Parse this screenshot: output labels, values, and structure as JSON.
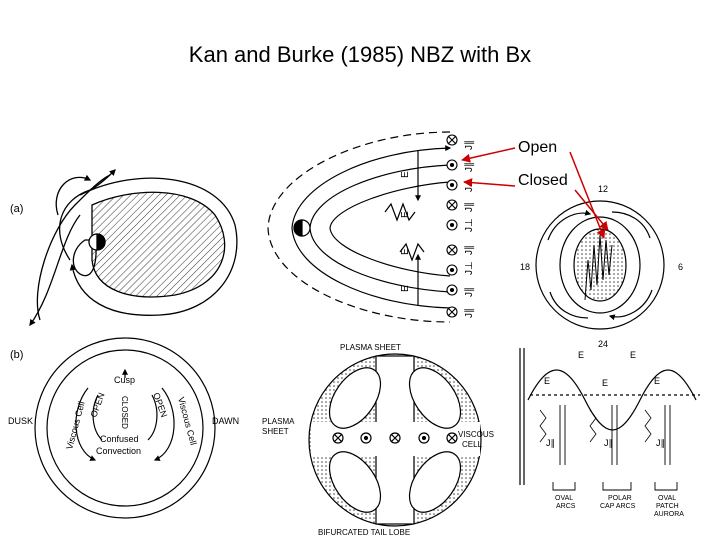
{
  "title": "Kan and Burke (1985) NBZ with Bx",
  "callouts": {
    "open": "Open",
    "closed": "Closed"
  },
  "colors": {
    "arrow": "#cc0000",
    "ink": "#000000",
    "hatch": "#555555"
  },
  "panel_a": {
    "tag": "(a)",
    "e_labels": [
      "E",
      "E",
      "E",
      "E"
    ],
    "j_labels": [
      "J∥",
      "J∥",
      "J⊥",
      "J∥",
      "J⊥",
      "J∥",
      "J⊥",
      "J∥",
      "J∥"
    ],
    "clock": {
      "top": "12",
      "left": "18",
      "right": "6",
      "bottom": "24"
    }
  },
  "panel_b": {
    "tag": "(b)",
    "left": {
      "dusk": "DUSK",
      "dawn": "DAWN",
      "cusp": "Cusp",
      "viscous_left": "Viscous Cell",
      "viscous_right": "Viscous Cell",
      "open_left": "OPEN",
      "open_right": "OPEN",
      "closed": "CLOSED",
      "confused": "Confused",
      "convection": "Convection"
    },
    "center": {
      "plasma_sheet_top": "PLASMA SHEET",
      "plasma_sheet_left_1": "PLASMA",
      "plasma_sheet_left_2": "SHEET",
      "viscous_1": "VISCOUS",
      "viscous_2": "CELL",
      "bifurcated": "BIFURCATED TAIL LOBE"
    },
    "right": {
      "e_top": [
        "E",
        "E"
      ],
      "e_mid": [
        "E",
        "E",
        "E"
      ],
      "j": [
        "J∥",
        "J∥",
        "J∥"
      ],
      "bottom_1": [
        "OVAL",
        "POLAR",
        "OVAL"
      ],
      "bottom_2": [
        "ARCS",
        "CAP ARCS",
        "PATCH"
      ],
      "bottom_3": "AURORA"
    }
  }
}
